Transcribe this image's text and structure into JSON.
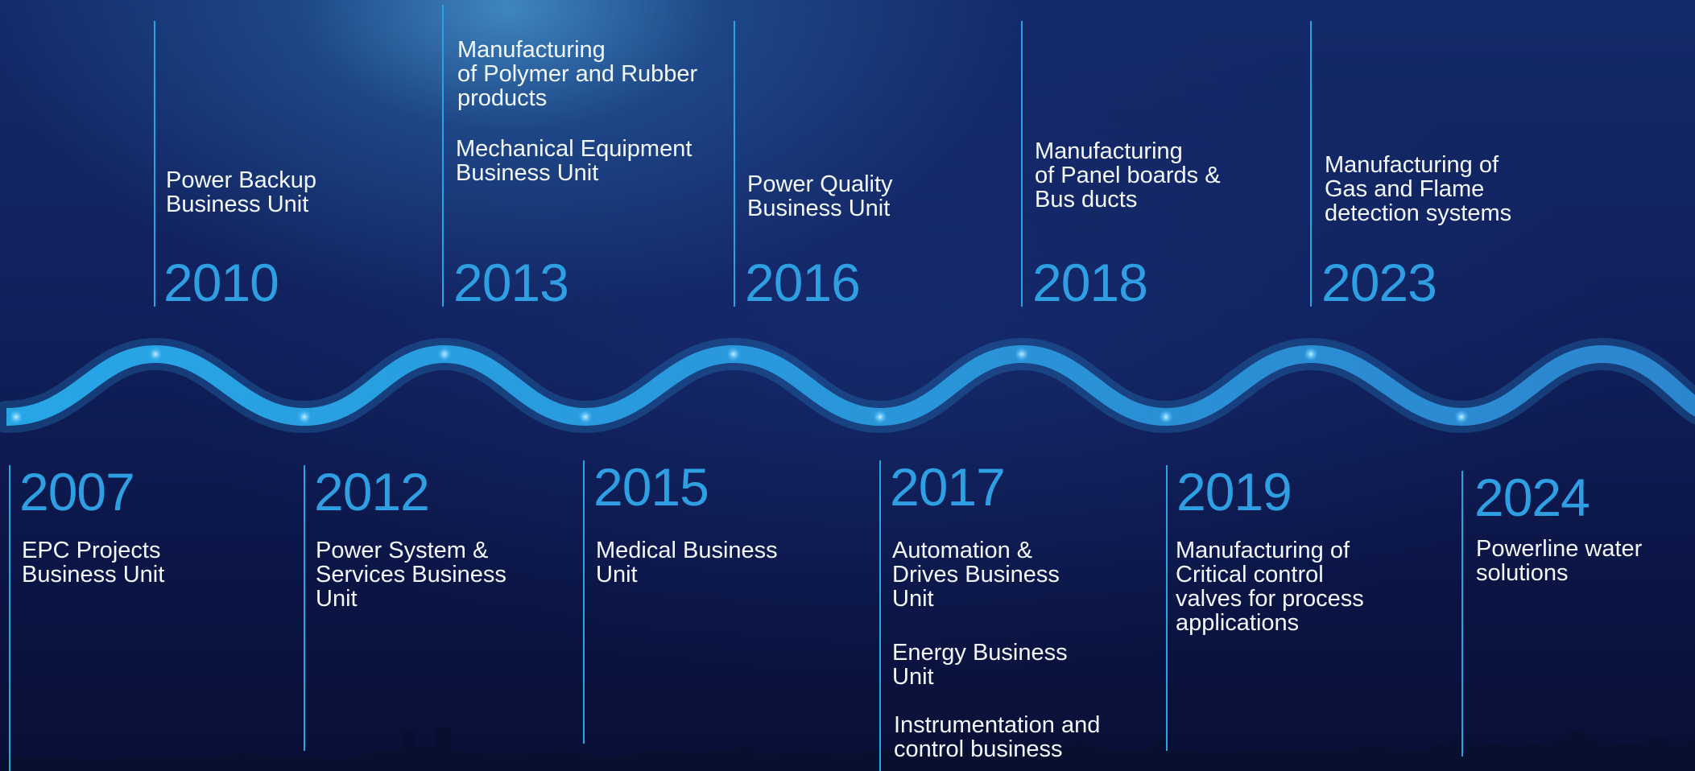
{
  "colors": {
    "accent": "#2f9fe3",
    "line": "#2aa3e6",
    "wave": "#2b9be0",
    "text": "#f4f8ff",
    "background": "#0d1850"
  },
  "top_milestones": [
    {
      "year": "2010",
      "items": [
        "Power Backup\nBusiness Unit"
      ]
    },
    {
      "year": "2013",
      "items": [
        "Manufacturing\nof Polymer and Rubber\nproducts",
        "Mechanical Equipment\nBusiness Unit"
      ]
    },
    {
      "year": "2016",
      "items": [
        "Power Quality\nBusiness Unit"
      ]
    },
    {
      "year": "2018",
      "items": [
        "Manufacturing\nof Panel boards &\nBus ducts"
      ]
    },
    {
      "year": "2023",
      "items": [
        "Manufacturing of\nGas and Flame\ndetection systems"
      ]
    }
  ],
  "bottom_milestones": [
    {
      "year": "2007",
      "items": [
        "EPC Projects\nBusiness Unit"
      ]
    },
    {
      "year": "2012",
      "items": [
        "Power System &\nServices Business\nUnit"
      ]
    },
    {
      "year": "2015",
      "items": [
        "Medical Business\nUnit"
      ]
    },
    {
      "year": "2017",
      "items": [
        "Automation &\nDrives Business\nUnit",
        "Energy Business\nUnit",
        "Instrumentation and\ncontrol business"
      ]
    },
    {
      "year": "2019",
      "items": [
        "Manufacturing of\nCritical control\nvalves for process\napplications"
      ]
    },
    {
      "year": "2024",
      "items": [
        "Powerline water\nsolutions"
      ]
    }
  ]
}
